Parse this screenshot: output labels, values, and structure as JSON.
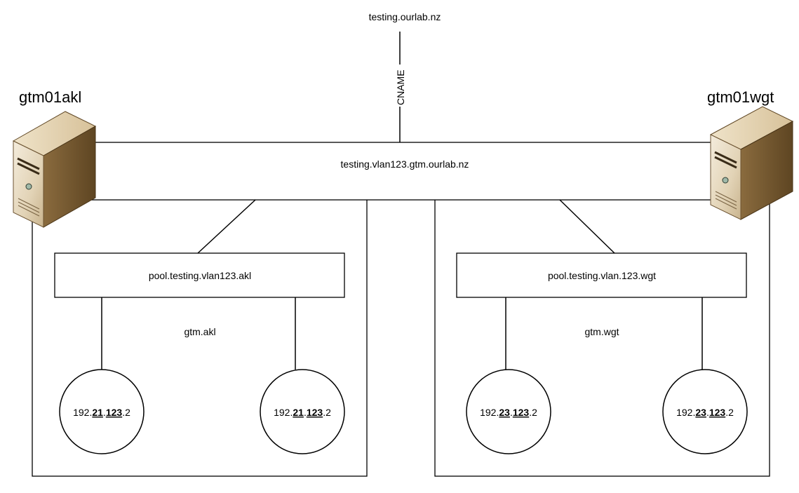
{
  "dns": {
    "top_name": "testing.ourlab.nz",
    "cname_label": "CNAME",
    "wide_ip": "testing.vlan123.gtm.ourlab.nz"
  },
  "left": {
    "server_name": "gtm01akl",
    "pool": "pool.testing.vlan123.akl",
    "datacenter": "gtm.akl",
    "members": [
      {
        "p1": "192.",
        "p2": "21",
        "p3": ".",
        "p4": "123",
        "p5": ".2"
      },
      {
        "p1": "192.",
        "p2": "21",
        "p3": ".",
        "p4": "123",
        "p5": ".2"
      }
    ]
  },
  "right": {
    "server_name": "gtm01wgt",
    "pool": "pool.testing.vlan.123.wgt",
    "datacenter": "gtm.wgt",
    "members": [
      {
        "p1": "192.",
        "p2": "23",
        "p3": ".",
        "p4": "123",
        "p5": ".2"
      },
      {
        "p1": "192.",
        "p2": "23",
        "p3": ".",
        "p4": "123",
        "p5": ".2"
      }
    ]
  }
}
